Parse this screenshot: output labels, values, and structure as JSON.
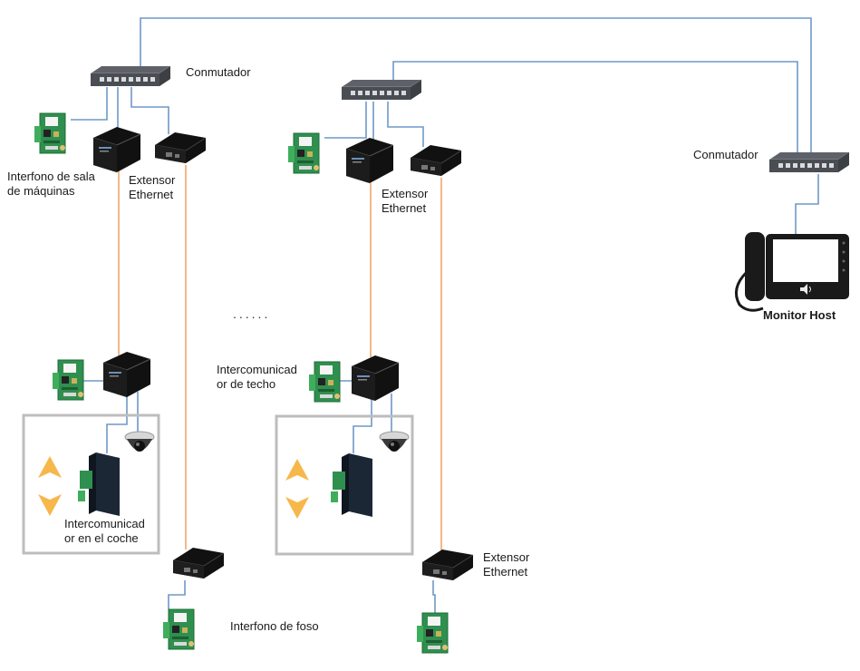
{
  "labels": {
    "switch_left": "Conmutador",
    "switch_right": "Conmutador",
    "machine_room_intercom": "Interfono de sala\nde máquinas",
    "extender_left": "Extensor\nEthernet",
    "extender_mid": "Extensor\nEthernet",
    "extender_bottom_right": "Extensor\nEthernet",
    "car_intercom": "Intercomunicad\nor en el coche",
    "car_top_intercom": "Intercomunicad\nor de techo",
    "pit_intercom": "Interfono de foso",
    "monitor_host": "Monitor Host",
    "ellipsis": "......"
  },
  "colors": {
    "ethernet_cable": "#6f98c8",
    "extended_cable": "#f2a66b",
    "car_box_border": "#bdbdbd",
    "arrow_fill": "#f6b84b",
    "board_green": "#2f8f4e",
    "device_black": "#1d1d1d",
    "switch_gray": "#6a6e74",
    "monitor_screen": "#ffffff"
  },
  "icons": [
    "network-switch-icon",
    "ethernet-extender-icon",
    "intercom-board-icon",
    "dome-camera-icon",
    "speaker-panel-icon",
    "up-arrow-icon",
    "down-arrow-icon",
    "monitor-host-icon",
    "handset-icon",
    "speaker-icon"
  ]
}
